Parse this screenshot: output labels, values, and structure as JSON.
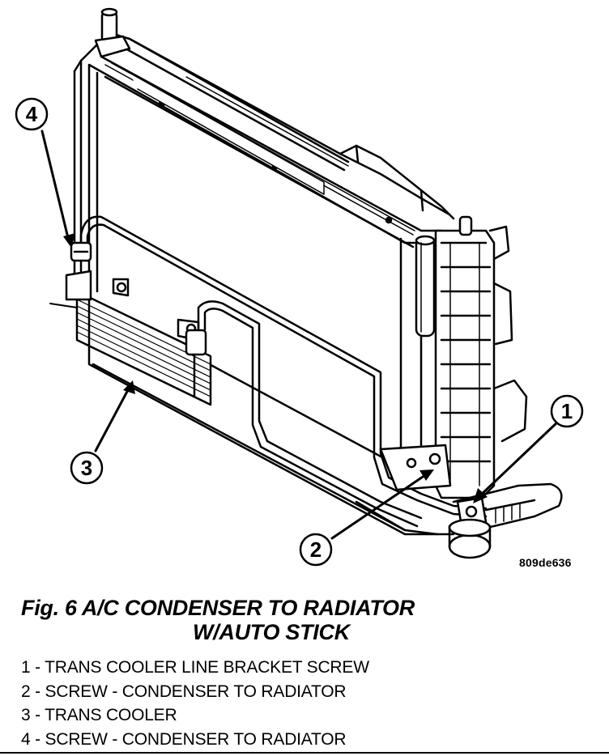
{
  "figure": {
    "image_code": "809de636",
    "callouts": [
      {
        "id": 1,
        "label": "1"
      },
      {
        "id": 2,
        "label": "2"
      },
      {
        "id": 3,
        "label": "3"
      },
      {
        "id": 4,
        "label": "4"
      }
    ]
  },
  "caption": {
    "line1": "Fig. 6 A/C CONDENSER TO RADIATOR",
    "line2": "W/AUTO STICK"
  },
  "legend": [
    {
      "text": "1 - TRANS COOLER LINE BRACKET SCREW"
    },
    {
      "text": "2 - SCREW - CONDENSER TO RADIATOR"
    },
    {
      "text": "3 - TRANS COOLER"
    },
    {
      "text": "4 - SCREW - CONDENSER TO RADIATOR"
    }
  ]
}
